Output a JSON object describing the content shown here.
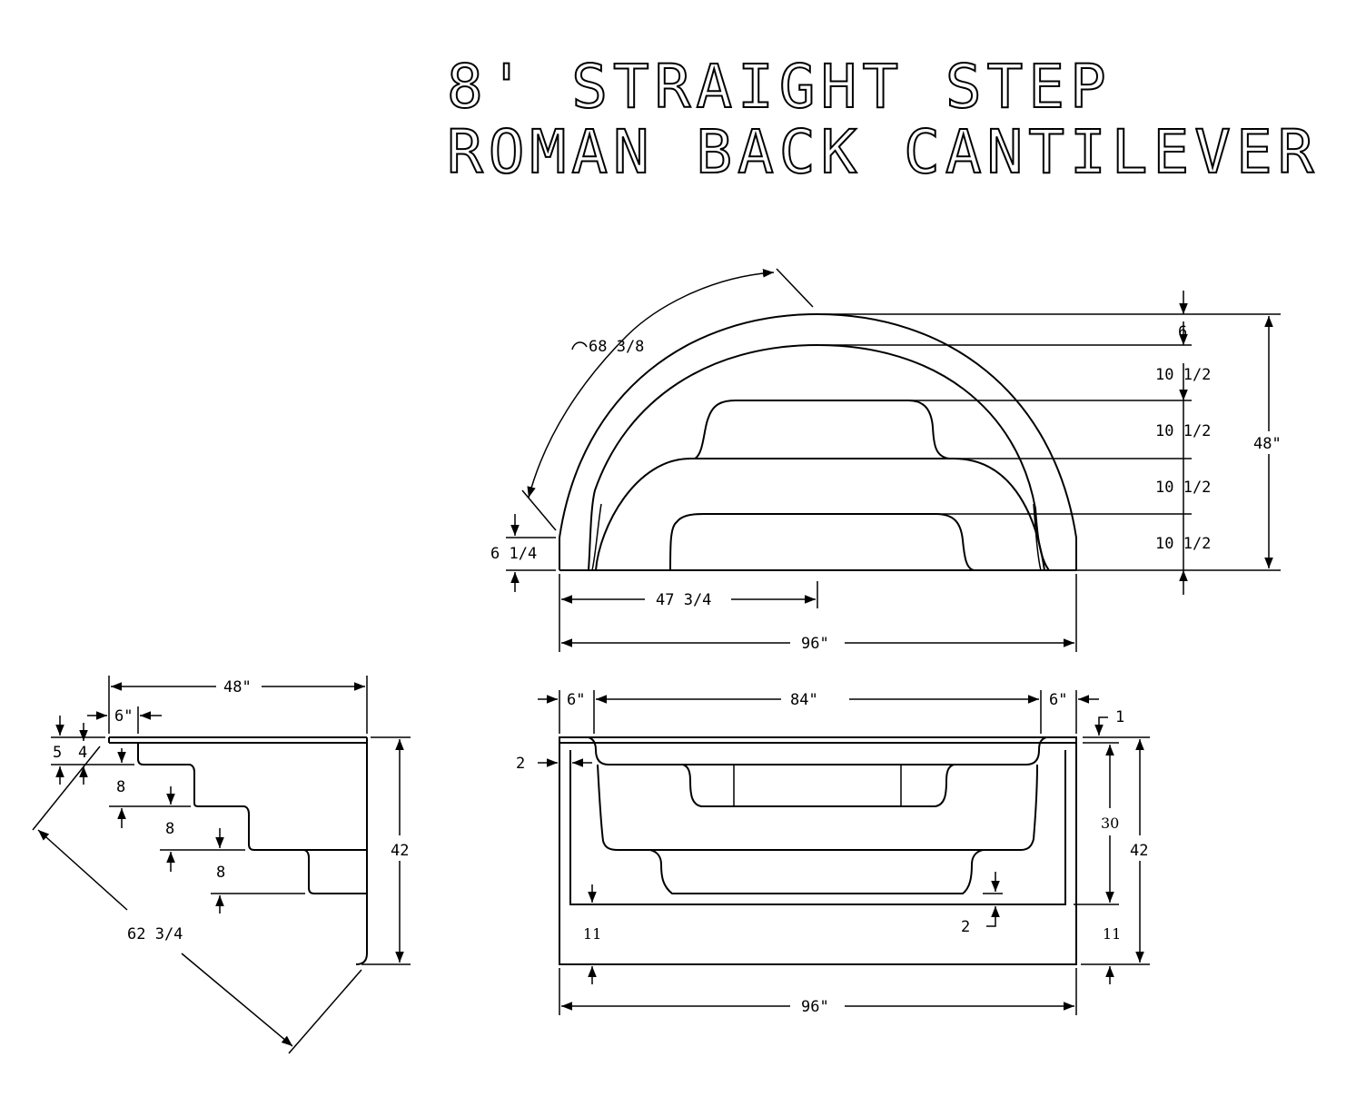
{
  "title": {
    "line1": "8' STRAIGHT STEP",
    "line2": "ROMAN BACK CANTILEVER"
  },
  "top_view": {
    "arc_length": "68 3/8",
    "rise_right": [
      "6",
      "10 1/2",
      "10 1/2",
      "10 1/2",
      "10 1/2"
    ],
    "overall_depth": "48\"",
    "left_ledge": "6 1/4",
    "half_width": "47 3/4",
    "overall_width": "96\""
  },
  "side_view": {
    "width": "48\"",
    "ledge": "6\"",
    "heights": [
      "5",
      "4"
    ],
    "steps": [
      "8",
      "8",
      "8"
    ],
    "overall_height": "42",
    "diagonal": "62 3/4"
  },
  "front_view": {
    "ledge_left": "6\"",
    "inner_width": "84\"",
    "ledge_right": "6\"",
    "lip": "1",
    "wall_left": "2",
    "wall_bottom": "2",
    "depth": "30",
    "overall_height": "42",
    "base_left": "11",
    "base_right": "11",
    "overall_width": "96\""
  }
}
